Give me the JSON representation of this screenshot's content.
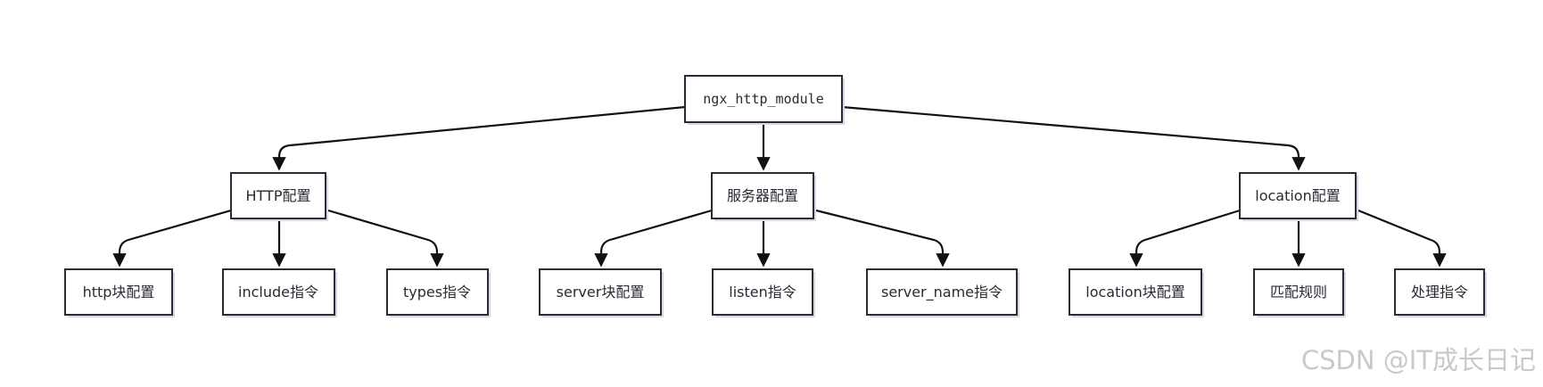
{
  "nodes": {
    "root": "ngx_http_module",
    "http_config": "HTTP配置",
    "server_config": "服务器配置",
    "location_config": "location配置",
    "http_block": "http块配置",
    "include_directive": "include指令",
    "types_directive": "types指令",
    "server_block": "server块配置",
    "listen_directive": "listen指令",
    "server_name_directive": "server_name指令",
    "location_block": "location块配置",
    "match_rules": "匹配规则",
    "handle_directive": "处理指令"
  },
  "edges": [
    [
      "root",
      "http_config"
    ],
    [
      "root",
      "server_config"
    ],
    [
      "root",
      "location_config"
    ],
    [
      "http_config",
      "http_block"
    ],
    [
      "http_config",
      "include_directive"
    ],
    [
      "http_config",
      "types_directive"
    ],
    [
      "server_config",
      "server_block"
    ],
    [
      "server_config",
      "listen_directive"
    ],
    [
      "server_config",
      "server_name_directive"
    ],
    [
      "location_config",
      "location_block"
    ],
    [
      "location_config",
      "match_rules"
    ],
    [
      "location_config",
      "handle_directive"
    ]
  ],
  "watermark": "CSDN @IT成长日记"
}
